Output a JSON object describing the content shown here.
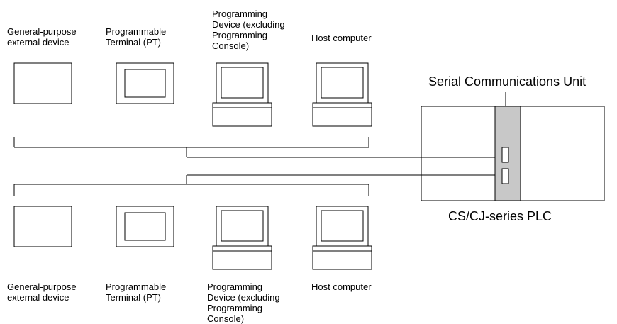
{
  "top_devices": {
    "general": "General-purpose\nexternal device",
    "pt": "Programmable\nTerminal (PT)",
    "programming": "Programming\nDevice (excluding\nProgramming\nConsole)",
    "host": "Host computer"
  },
  "bottom_devices": {
    "general": "General-purpose\nexternal device",
    "pt": "Programmable\nTerminal (PT)",
    "programming": "Programming\nDevice (excluding\nProgramming\nConsole)",
    "host": "Host computer"
  },
  "serial_unit_label": "Serial Communications Unit",
  "plc_label": "CS/CJ-series PLC",
  "colors": {
    "line": "#000000",
    "unit_fill": "#c8c8c8",
    "background": "#ffffff"
  }
}
